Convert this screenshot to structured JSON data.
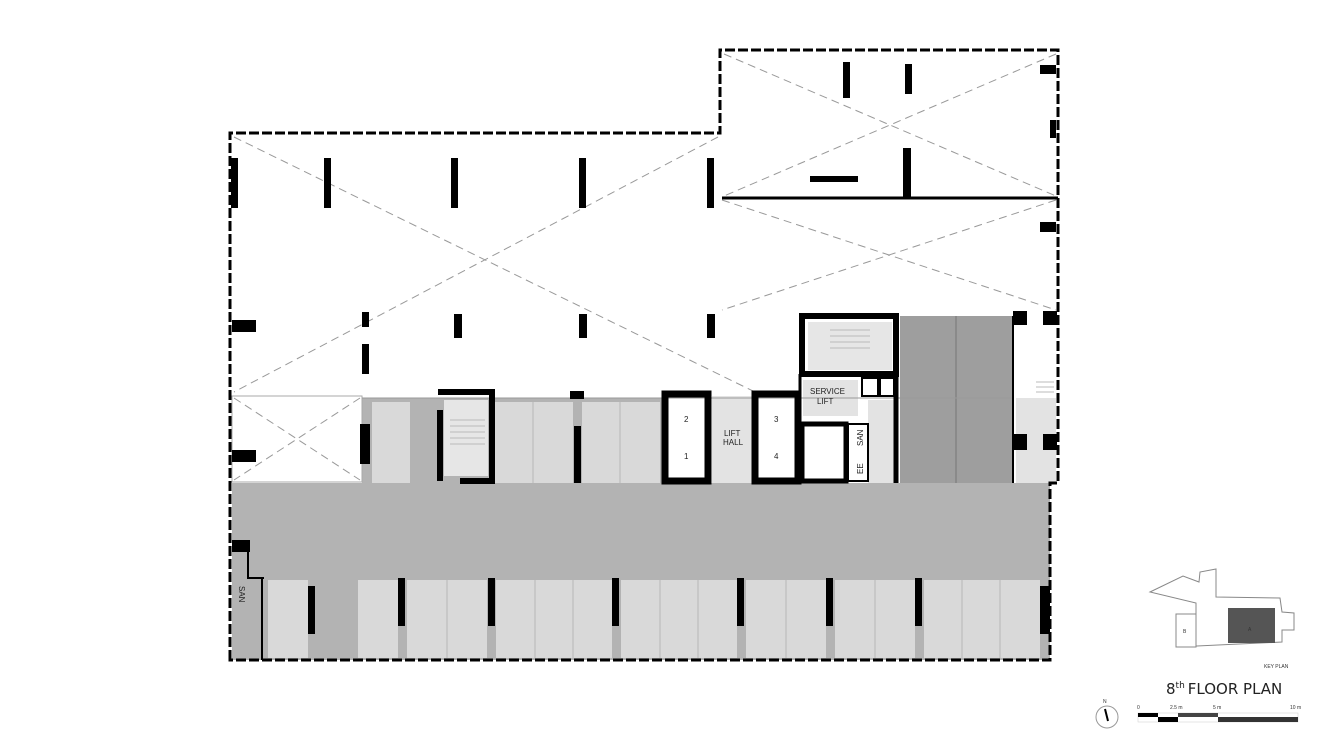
{
  "plan": {
    "title_num": "8",
    "title_sup": "th",
    "title_text": "FLOOR PLAN",
    "labels": {
      "lift_hall_1": "LIFT",
      "lift_hall_2": "HALL",
      "service_lift_1": "SERVICE",
      "service_lift_2": "LIFT",
      "san_core": "SAN",
      "ee": "EE",
      "san_left": "SAN",
      "lift1": "1",
      "lift2": "2",
      "lift3": "3",
      "lift4": "4"
    }
  },
  "key_plan": {
    "label": "KEY PLAN",
    "zone_a": "A",
    "zone_b": "B"
  },
  "north": "N",
  "scale_bar": [
    "0",
    "2.5 m",
    "5 m",
    "10 m"
  ],
  "colors": {
    "wall": "#000000",
    "corridor": "#b3b3b3",
    "units": "#d9d9d9",
    "parking": "#9e9e9e",
    "key_highlight": "#555555"
  }
}
